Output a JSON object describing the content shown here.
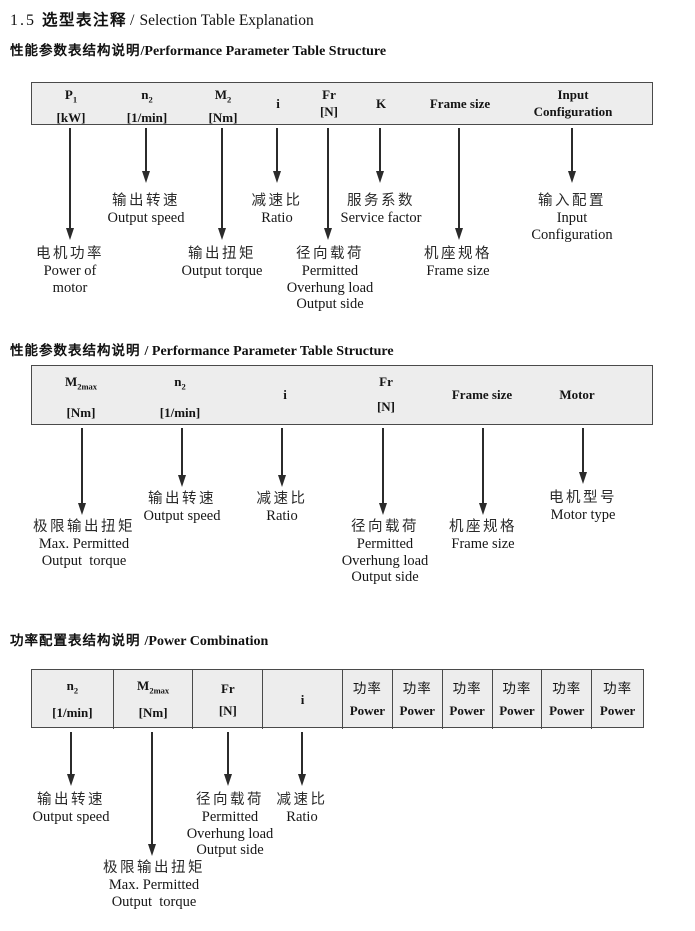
{
  "colors": {
    "table_bg": "#ededed",
    "table_border": "#4a4a4a"
  },
  "title": {
    "prefix": "1.5",
    "zh": "选型表注释",
    "divider": "/",
    "en": "Selection Table Explanation"
  },
  "section1": {
    "heading": {
      "zh": "性能参数表结构说明",
      "en": "/Performance Parameter Table Structure"
    },
    "table": {
      "c1": {
        "sym": "P",
        "sub": "1",
        "unit": "[kW]"
      },
      "c2": {
        "sym": "n",
        "sub": "2",
        "unit": "[1/min]"
      },
      "c3": {
        "sym": "M",
        "sub": "2",
        "unit": "[Nm]"
      },
      "c4": {
        "sym": "i"
      },
      "c5": {
        "sym": "Fr",
        "unit": "[N]"
      },
      "c6": {
        "sym": "K"
      },
      "c7": {
        "label": "Frame size"
      },
      "c8": {
        "line1": "Input",
        "line2": "Configuration"
      }
    },
    "callouts": {
      "power_of_motor": {
        "zh": "电机功率",
        "en1": "Power of",
        "en2": "motor"
      },
      "output_speed": {
        "zh": "输出转速",
        "en1": "Output speed"
      },
      "output_torque": {
        "zh": "输出扭矩",
        "en1": "Output torque"
      },
      "ratio": {
        "zh": "减速比",
        "en1": "Ratio"
      },
      "overhung_load": {
        "zh": "径向载荷",
        "en1": "Permitted",
        "en2": "Overhung load",
        "en3": "Output side"
      },
      "service_factor": {
        "zh": "服务系数",
        "en1": "Service factor"
      },
      "frame_size": {
        "zh": "机座规格",
        "en1": "Frame size"
      },
      "input_configuration": {
        "zh": "输入配置",
        "en1": "Input",
        "en2": "Configuration"
      }
    }
  },
  "section2": {
    "heading": {
      "zh": "性能参数表结构说明",
      "en": "/ Performance Parameter Table Structure"
    },
    "table": {
      "c1": {
        "sym": "M",
        "sub": "2max",
        "unit": "[Nm]"
      },
      "c2": {
        "sym": "n",
        "sub": "2",
        "unit": "[1/min]"
      },
      "c3": {
        "sym": "i"
      },
      "c4": {
        "sym": "Fr",
        "unit": "[N]"
      },
      "c5": {
        "label": "Frame size"
      },
      "c6": {
        "label": "Motor"
      }
    },
    "callouts": {
      "max_output_torque": {
        "zh": "极限输出扭矩",
        "en1": "Max. Permitted",
        "en2": "Output  torque"
      },
      "output_speed": {
        "zh": "输出转速",
        "en1": "Output speed"
      },
      "ratio": {
        "zh": "减速比",
        "en1": "Ratio"
      },
      "overhung_load": {
        "zh": "径向载荷",
        "en1": "Permitted",
        "en2": "Overhung load",
        "en3": "Output side"
      },
      "frame_size": {
        "zh": "机座规格",
        "en1": "Frame size"
      },
      "motor_type": {
        "zh": "电机型号",
        "en1": "Motor type"
      }
    }
  },
  "section3": {
    "heading": {
      "zh": "功率配置表结构说明",
      "en": "/Power Combination"
    },
    "table": {
      "c1": {
        "sym": "n",
        "sub": "2",
        "unit": "[1/min]"
      },
      "c2": {
        "sym": "M",
        "sub": "2max",
        "unit": "[Nm]"
      },
      "c3": {
        "sym": "Fr",
        "unit": "[N]"
      },
      "c4": {
        "sym": "i"
      },
      "power": {
        "zh": "功率",
        "en": "Power"
      }
    },
    "callouts": {
      "output_speed": {
        "zh": "输出转速",
        "en1": "Output speed"
      },
      "max_output_torque": {
        "zh": "极限输出扭矩",
        "en1": "Max. Permitted",
        "en2": "Output  torque"
      },
      "overhung_load": {
        "zh": "径向载荷",
        "en1": "Permitted",
        "en2": "Overhung load",
        "en3": "Output side"
      },
      "ratio": {
        "zh": "减速比",
        "en1": "Ratio"
      }
    }
  }
}
